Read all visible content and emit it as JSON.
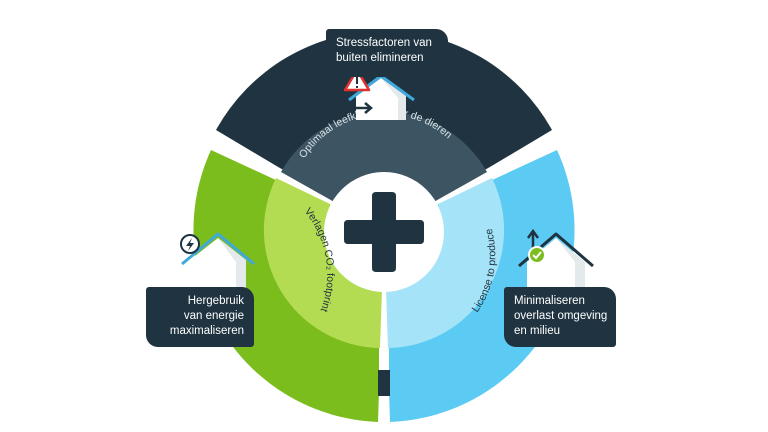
{
  "center": {
    "symbol": "plus"
  },
  "segments": [
    {
      "id": "top",
      "inner_label": "Optimaal leefklimaat voor de dieren",
      "callout": [
        "Stressfactoren van",
        "buiten elimineren"
      ],
      "icon": "house-warning-exit-icon",
      "colors": {
        "outer": "#1f3340",
        "inner": "#3d5562",
        "text": "#d6e2e8"
      }
    },
    {
      "id": "left",
      "inner_label": "Verlagen CO₂ footprint",
      "callout": [
        "Hergebruik",
        "van energie",
        "maximaliseren"
      ],
      "icon": "house-energy-icon",
      "colors": {
        "outer": "#7cbd1e",
        "inner": "#b4dc52",
        "text": "#1f3340"
      }
    },
    {
      "id": "right",
      "inner_label": "License to produce",
      "callout": [
        "Minimaliseren",
        "overlast omgeving",
        "en milieu"
      ],
      "icon": "house-check-icon",
      "colors": {
        "outer": "#5ccbf3",
        "inner": "#a4e3f8",
        "text": "#1f3340"
      }
    }
  ],
  "colors": {
    "dark": "#1f3340",
    "center_bg": "#ffffff",
    "warning": "#e0312e",
    "check": "#7cbd1e",
    "roof": "#3fa9dc"
  }
}
